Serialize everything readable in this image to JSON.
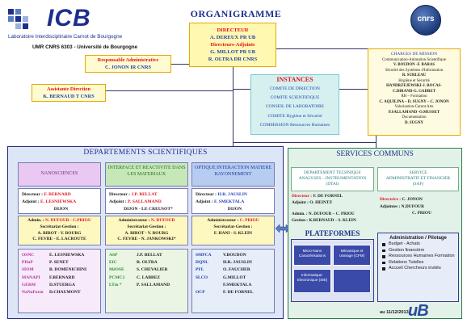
{
  "header": {
    "logo_text": "ICB",
    "lab_name": "Laboratoire Interdisciplinaire Carnot de Bourgogne",
    "umr_line": "UMR CNRS 6303  -  Université de Bourgogne",
    "title": "ORGANIGRAMME",
    "cnrs_logo": "cnrs"
  },
  "direction": {
    "directeur_label": "DIRECTEUR",
    "directeur_name": "A. DEREUX  PR UB",
    "adjoints_label": "Directeurs-Adjoints",
    "adjoint_1": "G. MILLOT  PR UB",
    "adjoint_2": "R. OLTRA   DR CNRS"
  },
  "resp_admin": {
    "label": "Responsable Administrative",
    "name": "C. JONON IR CNRS"
  },
  "assistante": {
    "label": "Assistante Direction",
    "name": "K. BERNAUD T CNRS"
  },
  "instances": {
    "title": "INSTANCES",
    "items": [
      "COMITE DE DIRECTION",
      "COMITE SCIENTIFIQUE",
      "CONSEIL DE LABORATOIRE",
      "COMITE Hygiène et Sécurité",
      "COMMISSION Ressources Humaines"
    ]
  },
  "charges": {
    "title": "CHARGES DE MISSION",
    "lines": [
      {
        "t": "Communication-Animation Scientifique",
        "b": false
      },
      {
        "t": "V. BOUDON  -F. BARAS",
        "b": true
      },
      {
        "t": "Sécurité des Systèmes d'Information",
        "b": false
      },
      {
        "t": "R. SURLEAU",
        "b": true
      },
      {
        "t": "Hygiène et Sécurité",
        "b": false
      },
      {
        "t": "HANDRZEJEWSKI-J. ROCAS-",
        "b": true
      },
      {
        "t": "C.DIRAND-G. GADRET",
        "b": true
      },
      {
        "t": "RH – Formation",
        "b": false
      },
      {
        "t": "C. AQUILINA – D. SUGNY – C. JONON",
        "b": true
      },
      {
        "t": "Valorisation-Carnot Arts",
        "b": false
      },
      {
        "t": "P.SALLAMAND -O.MUSSET",
        "b": true
      },
      {
        "t": "Documentation",
        "b": false
      },
      {
        "t": "D. SUGNY",
        "b": true
      }
    ]
  },
  "departements": {
    "title": "DEPARTEMENTS SCIENTIFIQUES",
    "nano": {
      "head": "NANOSCIENCES",
      "dir_label": "Directeur :",
      "dir_name": "F. BERNARD",
      "adj_label": "Adjoint :",
      "adj_name": "E. LESNIEWSKA",
      "adj2_name": "DIJON",
      "admin_label": "Admin. :",
      "admin_name": "N. DUFOUR - C.PRIOU",
      "secr_label": "Secrétariat-Gestion :",
      "secr_1": "A. BIROT - V. BOURG",
      "secr_2": "C. FEVRE - E. LACROUTE",
      "teams": [
        {
          "code": "OSNC",
          "name": "E. LESNIEWSKA"
        },
        {
          "code": "PHaP",
          "name": "P. SENET"
        },
        {
          "code": "SIOM",
          "name": "B. DOMENICHINI"
        },
        {
          "code": "MANAPI",
          "name": "F.BERNARD"
        },
        {
          "code": "GERM",
          "name": "D.STUERGA"
        },
        {
          "code": "NaNoForm",
          "name": "D.CHAUMONT"
        }
      ]
    },
    "interface": {
      "head": "INTERFACE ET REACTIVITE DANS LES MATERIAUX",
      "dir_label": "Directeur :",
      "dir_name": "J.P. BELLAT",
      "adj_label": "Adjoint :",
      "adj_name": "P. SALLAMAND",
      "site": "DIJON - LE CREUSOT*",
      "admin_label": "Administrateur :",
      "admin_name": "N. DUFOUR",
      "secr_label": "Secrétariat-Gestion :",
      "secr_1": "A. BIROT - V. BOURG",
      "secr_2": "C. FEVRE - N. JANKOWSKI*",
      "teams": [
        {
          "code": "ASP",
          "name": "J.P. BELLAT"
        },
        {
          "code": "EIC",
          "name": "R. OLTRA"
        },
        {
          "code": "MéOSE",
          "name": "S. CHEVALIER"
        },
        {
          "code": "PCMC2",
          "name": "C. LABBEZ"
        },
        {
          "code": "LTm *",
          "name": "P. SALLAMAND"
        }
      ]
    },
    "optique": {
      "head": "OPTIQUE INTERACTION MATIERE RAYONNEMENT",
      "dir_label": "Directeur :",
      "dir_name": "H.R. JAUSLIN",
      "adj_label": "Adjoint :",
      "adj_name": "F. SMEKTALA",
      "site": "DIJON",
      "admin_label": "Administrateur :",
      "admin_name": "C. PRIOU",
      "secr_label": "Secrétariat-Gestion :",
      "secr_1": "F. HANI - S. KLEIN",
      "teams": [
        {
          "code": "SMPCA",
          "name": "V.BOUDON"
        },
        {
          "code": "DQNL",
          "name": "H.R. JAUSLIN"
        },
        {
          "code": "PFL",
          "name": "O. FAUCHER"
        },
        {
          "code": "SLCO",
          "name": "G.MILLOT"
        },
        {
          "code": "",
          "name": "F.SMEKTALA"
        },
        {
          "code": "OCP",
          "name": "F. DE FORNEL"
        }
      ]
    }
  },
  "services": {
    "title": "SERVICES COMMUNS",
    "dtai": {
      "head_1": "DEPARTEMENT TECHNIQUE",
      "head_2": "ANALYSES – INSTRUMENTATION",
      "head_3": "(DTAI)",
      "dir_label": "Directeur :",
      "dir_name": "F. DE FORNEL",
      "adj_label": "Adjoint",
      "adj_name": ": O. HEINTZ",
      "admin_line": "Admin. : N. DUFOUR – C. PRIOU",
      "gestion_line": "Gestion : K.BERNAUD – S. KLEIN"
    },
    "saf": {
      "head_1": "SERVICE",
      "head_2": "ADMINISTRATIF ET FINANCIER",
      "head_3": "(SAF)",
      "dir_label": "Directrice :",
      "dir_name": "C. JONON",
      "adj_label": "Adjointes :",
      "adj_name_1": "N.DUFOUR",
      "adj_name_2": "C. PRIOU"
    },
    "plateformes": {
      "title": "PLATEFORMES",
      "cells": [
        "Micro-Nano Caractérisations",
        "Mécanique et Usinage (CFM)",
        "Informatique-Electronique (SIE)",
        ""
      ]
    },
    "pilotage": {
      "title": "Administration / Pilotage",
      "items": [
        "Budget - Achats",
        "Gestion financière",
        "Ressources Humaines Formation",
        "Relations Tutelles",
        "Accueil Chercheurs invités"
      ]
    }
  },
  "footer": {
    "date": "au 11/12/2013",
    "ub_logo": "uB"
  },
  "colors": {
    "brand_blue": "#1d2f8c",
    "red": "#e0141e",
    "nano": "#e9c8f2",
    "interface": "#c6e8b8",
    "optique": "#b6ccf0"
  }
}
